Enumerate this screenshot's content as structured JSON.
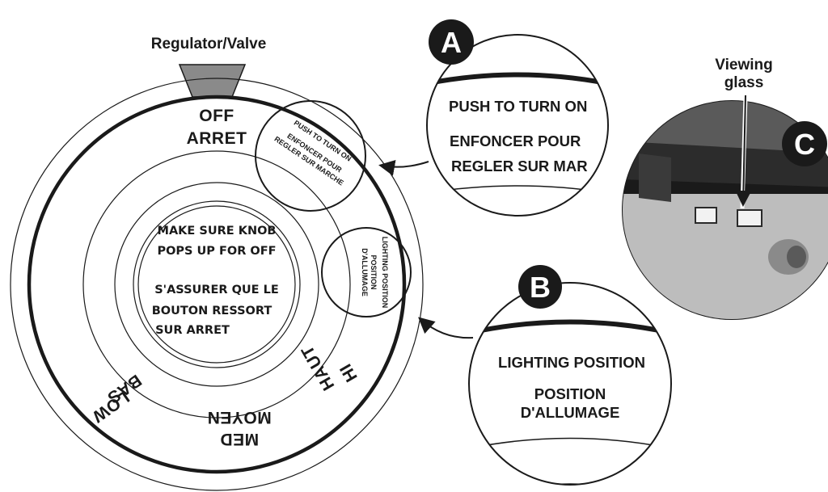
{
  "labels": {
    "regulator_valve": "Regulator/Valve",
    "viewing_glass_line1": "Viewing",
    "viewing_glass_line2": "glass"
  },
  "knob": {
    "off_en": "OFF",
    "off_fr": "ARRET",
    "push_line1": "PUSH TO TURN ON",
    "push_line2": "ENFONCER POUR",
    "push_line3": "REGLER SUR MARCHE",
    "lighting_line1": "LIGHTING POSITION",
    "lighting_line2": "POSITION",
    "lighting_line3": "D'ALLUMAGE",
    "hi_en": "HI",
    "hi_fr": "HAUT",
    "med_en": "MED",
    "med_fr": "MOYEN",
    "low_en": "LOW",
    "low_fr": "BAS",
    "center_line1": "MAKE SURE KNOB",
    "center_line2": "POPS UP FOR OFF",
    "center_line3": "S'ASSURER QUE LE",
    "center_line4": "BOUTON RESSORT",
    "center_line5": "SUR ARRET"
  },
  "callout_a": {
    "letter": "A",
    "line1": "PUSH TO TURN ON",
    "line2": "ENFONCER POUR",
    "line3": "REGLER SUR MAR"
  },
  "callout_b": {
    "letter": "B",
    "line1": "LIGHTING POSITION",
    "line2": "POSITION",
    "line3": "D'ALLUMAGE"
  },
  "callout_c": {
    "letter": "C"
  },
  "colors": {
    "ink": "#1a1a1a",
    "regulator_fill": "#8a8a8a",
    "photo_dark": "#3a3a3a",
    "photo_light": "#c8c8c8"
  }
}
